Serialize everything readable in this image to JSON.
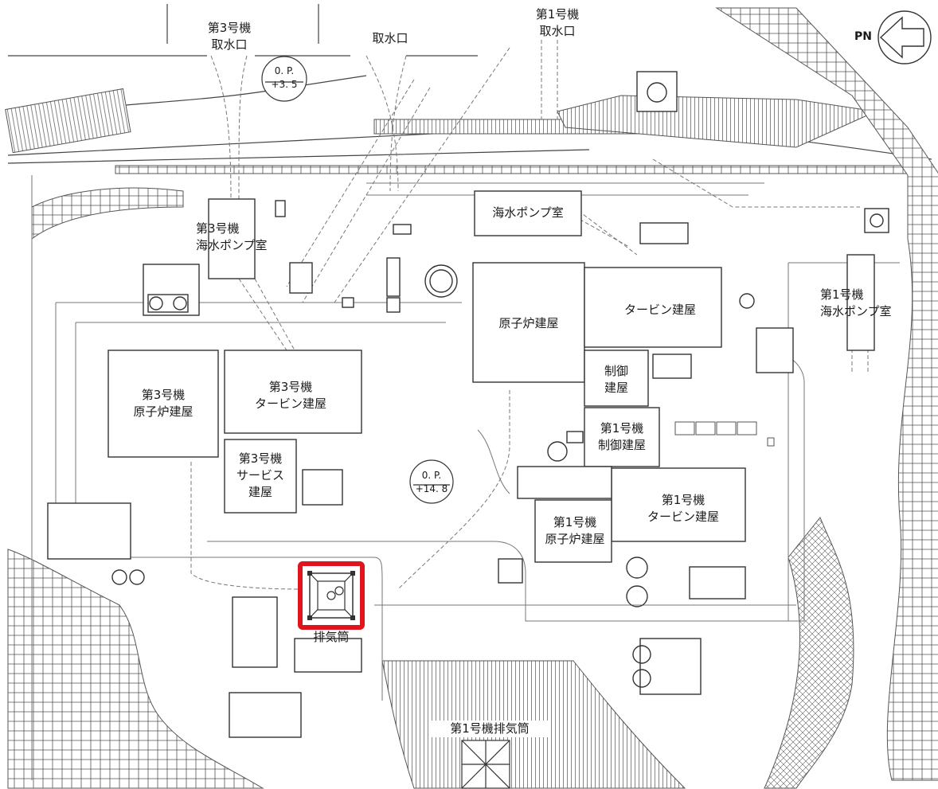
{
  "title": "",
  "north_label": "PN",
  "labels": {
    "unit3_intake": "第3号機\n取水口",
    "intake": "取水口",
    "unit1_intake": "第1号機\n取水口",
    "op_upper": "0. P.\n+3. 5",
    "seawater_pump": "海水ポンプ室",
    "unit3_seawater_pump": "第3号機\n海水ポンプ室",
    "reactor_building": "原子炉建屋",
    "turbine_building": "タービン建屋",
    "unit1_seawater_pump": "第1号機\n海水ポンプ室",
    "control_building": "制御\n建屋",
    "unit3_reactor_building": "第3号機\n原子炉建屋",
    "unit3_turbine_building": "第3号機\nタービン建屋",
    "unit1_control_building": "第1号機\n制御建屋",
    "unit3_service_building": "第3号機\nサービス\n建屋",
    "op_center": "0. P.\n+14. 8",
    "unit1_turbine_building": "第1号機\nタービン建屋",
    "unit1_reactor_building": "第1号機\n原子炉建屋",
    "stack": "排気筒",
    "unit1_stack": "第1号機排気筒"
  },
  "colors": {
    "line": "#444444",
    "light_line": "#8a8a8a",
    "highlight": "#e0141c",
    "background": "#ffffff"
  },
  "highlight": {
    "target": "stack",
    "style": "red-square-outline"
  },
  "icons": {
    "north_arrow": "north-arrow-icon",
    "stack_symbol": "exhaust-stack-icon"
  }
}
